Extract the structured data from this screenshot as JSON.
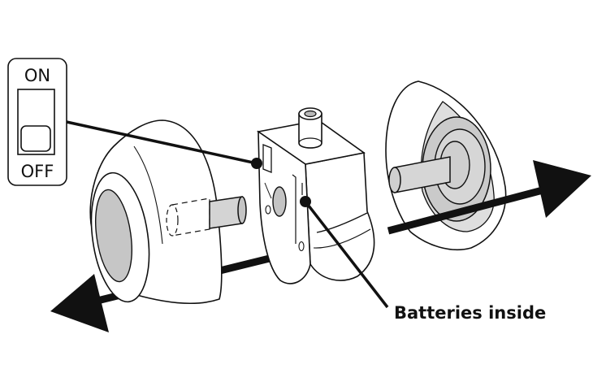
{
  "switch": {
    "on_label": "ON",
    "off_label": "OFF",
    "state": "off"
  },
  "callouts": {
    "batteries_label": "Batteries inside"
  },
  "colors": {
    "stroke": "#111111",
    "light_fill": "#eeeeee",
    "mid_fill": "#d7d7d7",
    "dark_fill": "#c2c2c2",
    "background": "#ffffff"
  }
}
